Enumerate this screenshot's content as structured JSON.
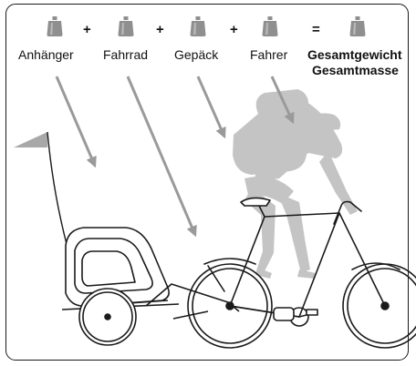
{
  "labels": {
    "trailer": "Anhänger",
    "bicycle": "Fahrrad",
    "luggage": "Gepäck",
    "rider": "Fahrer",
    "total_weight": "Gesamtgewicht",
    "total_mass": "Gesamtmasse"
  },
  "operators": {
    "plus": "+",
    "equals": "="
  },
  "icons": {
    "weight": "weight-icon"
  },
  "colors": {
    "arrow": "#9a9a9a",
    "weight": "#8f8f8f",
    "rider": "#c4c4c4",
    "line": "#1a1a1a"
  }
}
